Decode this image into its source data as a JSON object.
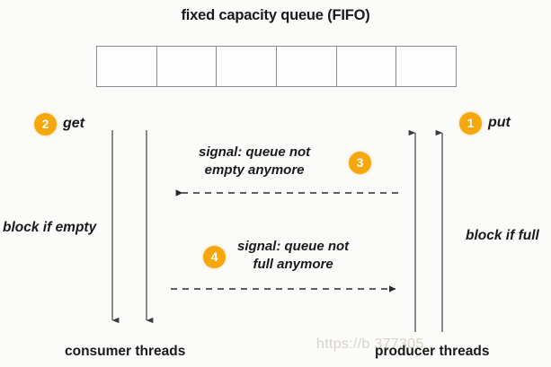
{
  "diagram": {
    "title": "fixed capacity queue (FIFO)",
    "queue": {
      "cell_count": 6,
      "cells": [
        "",
        "",
        "",
        "",
        "",
        ""
      ]
    },
    "badges": [
      {
        "number": "1",
        "for": "put"
      },
      {
        "number": "2",
        "for": "get"
      },
      {
        "number": "3",
        "for": "signal-not-empty"
      },
      {
        "number": "4",
        "for": "signal-not-full"
      }
    ],
    "operations": {
      "put_label": "put",
      "get_label": "get"
    },
    "blocking": {
      "empty_label": "block if empty",
      "full_label": "block if full"
    },
    "signals": {
      "not_empty_line1": "signal: queue not",
      "not_empty_line2": "empty anymore",
      "not_full_line1": "signal: queue not",
      "not_full_line2": "full anymore"
    },
    "threads": {
      "consumer_label": "consumer threads",
      "producer_label": "producer threads"
    },
    "watermark": "https://b                           377305",
    "colors": {
      "badge": "#f5a70c",
      "badge_text": "#ffffff",
      "queue_border": "#8a8a8a",
      "arrow": "#3c3c3c",
      "background": "#fbfbfa",
      "text": "#1a1a1a"
    }
  }
}
